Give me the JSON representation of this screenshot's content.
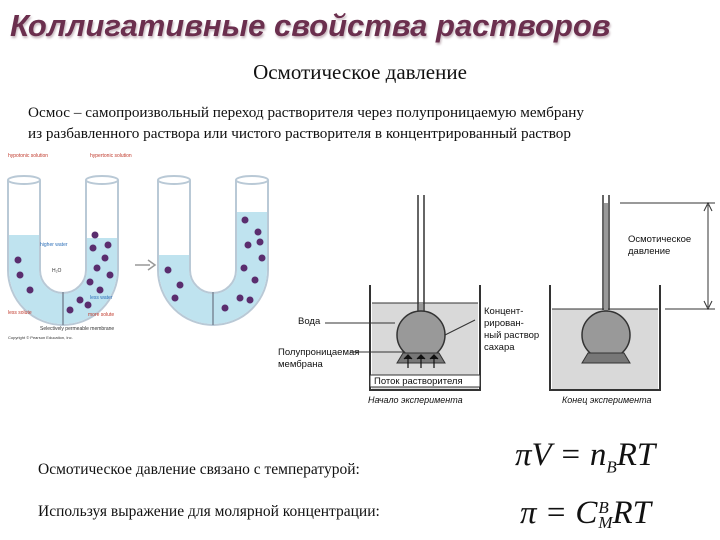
{
  "header": {
    "title": "Коллигативные свойства растворов",
    "subtitle": "Осмотическое давление"
  },
  "definition": {
    "line1": "Осмос – самопроизвольный переход растворителя через полупроницаемую мембрану",
    "line2": "из разбавленного раствора или чистого растворителя в концентрированный раствор"
  },
  "left_figure": {
    "hypotonic": "hypotonic solution",
    "hypertonic": "hypertonic solution",
    "higher_water": "higher water",
    "h2o": "H₂O",
    "less_water": "less water",
    "less_solute": "less solute",
    "more_solute": "more solute",
    "membrane": "Selectively permeable membrane",
    "caption": "Copyright © Pearson Education, Inc."
  },
  "right_figure": {
    "water": "Вода",
    "membrane_1": "Полупроницаемая",
    "membrane_2": "мембрана",
    "solution_1": "Концент-",
    "solution_2": "рирован-",
    "solution_3": "ный раствор",
    "solution_4": "сахара",
    "flow": "Поток растворителя",
    "start": "Начало эксперимента",
    "end": "Конец эксперимента",
    "osmotic_1": "Осмотическое",
    "osmotic_2": "давление"
  },
  "equations": {
    "text1": "Осмотическое давление связано с температурой:",
    "text2": "Используя выражение для молярной концентрации:",
    "f1_pi": "πV",
    "f1_eq": " = n",
    "f1_sub": "B",
    "f1_rt": "RT",
    "f2_pi": "π",
    "f2_eq": " = C",
    "f2_sup": "B",
    "f2_sub": "M",
    "f2_rt": "RT"
  }
}
